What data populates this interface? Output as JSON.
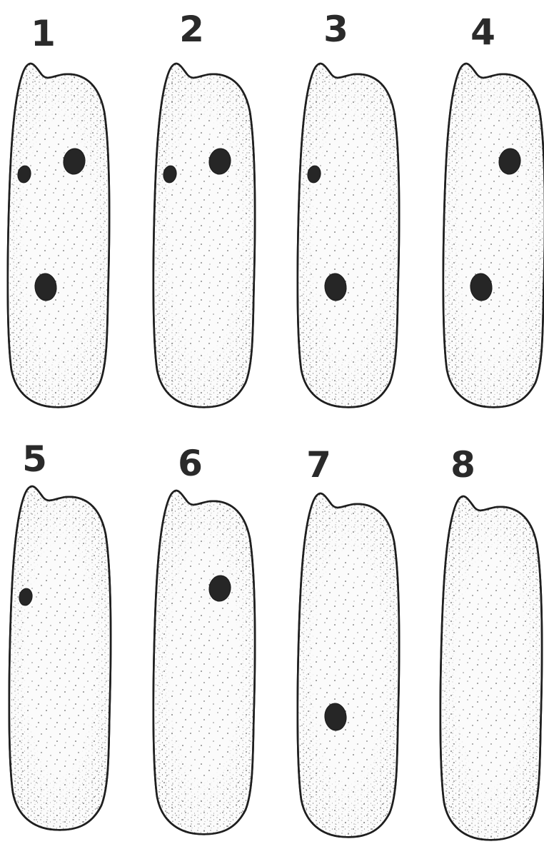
{
  "figures": [
    {
      "label": "1",
      "spots": [
        "left",
        "upper-right",
        "lower"
      ]
    },
    {
      "label": "2",
      "spots": [
        "left",
        "upper-right"
      ]
    },
    {
      "label": "3",
      "spots": [
        "left",
        "lower"
      ]
    },
    {
      "label": "4",
      "spots": [
        "upper-right",
        "lower"
      ]
    },
    {
      "label": "5",
      "spots": [
        "left"
      ]
    },
    {
      "label": "6",
      "spots": [
        "upper-right"
      ]
    },
    {
      "label": "7",
      "spots": [
        "lower"
      ]
    },
    {
      "label": "8",
      "spots": []
    }
  ],
  "colors": {
    "outline": "#1f1f1f",
    "spot": "#262626",
    "stipple": "#3a3a3a",
    "label": "#2a2a2a"
  }
}
